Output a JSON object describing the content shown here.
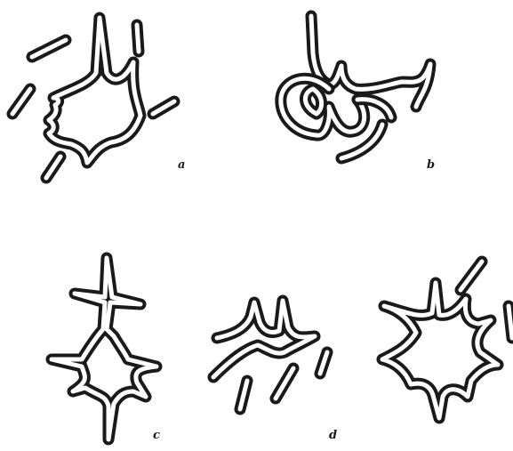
{
  "figure": {
    "panels": [
      {
        "id": "a",
        "label": "a"
      },
      {
        "id": "b",
        "label": "b"
      },
      {
        "id": "c",
        "label": "c"
      },
      {
        "id": "d",
        "label": "d"
      },
      {
        "id": "e",
        "label": ""
      }
    ]
  }
}
